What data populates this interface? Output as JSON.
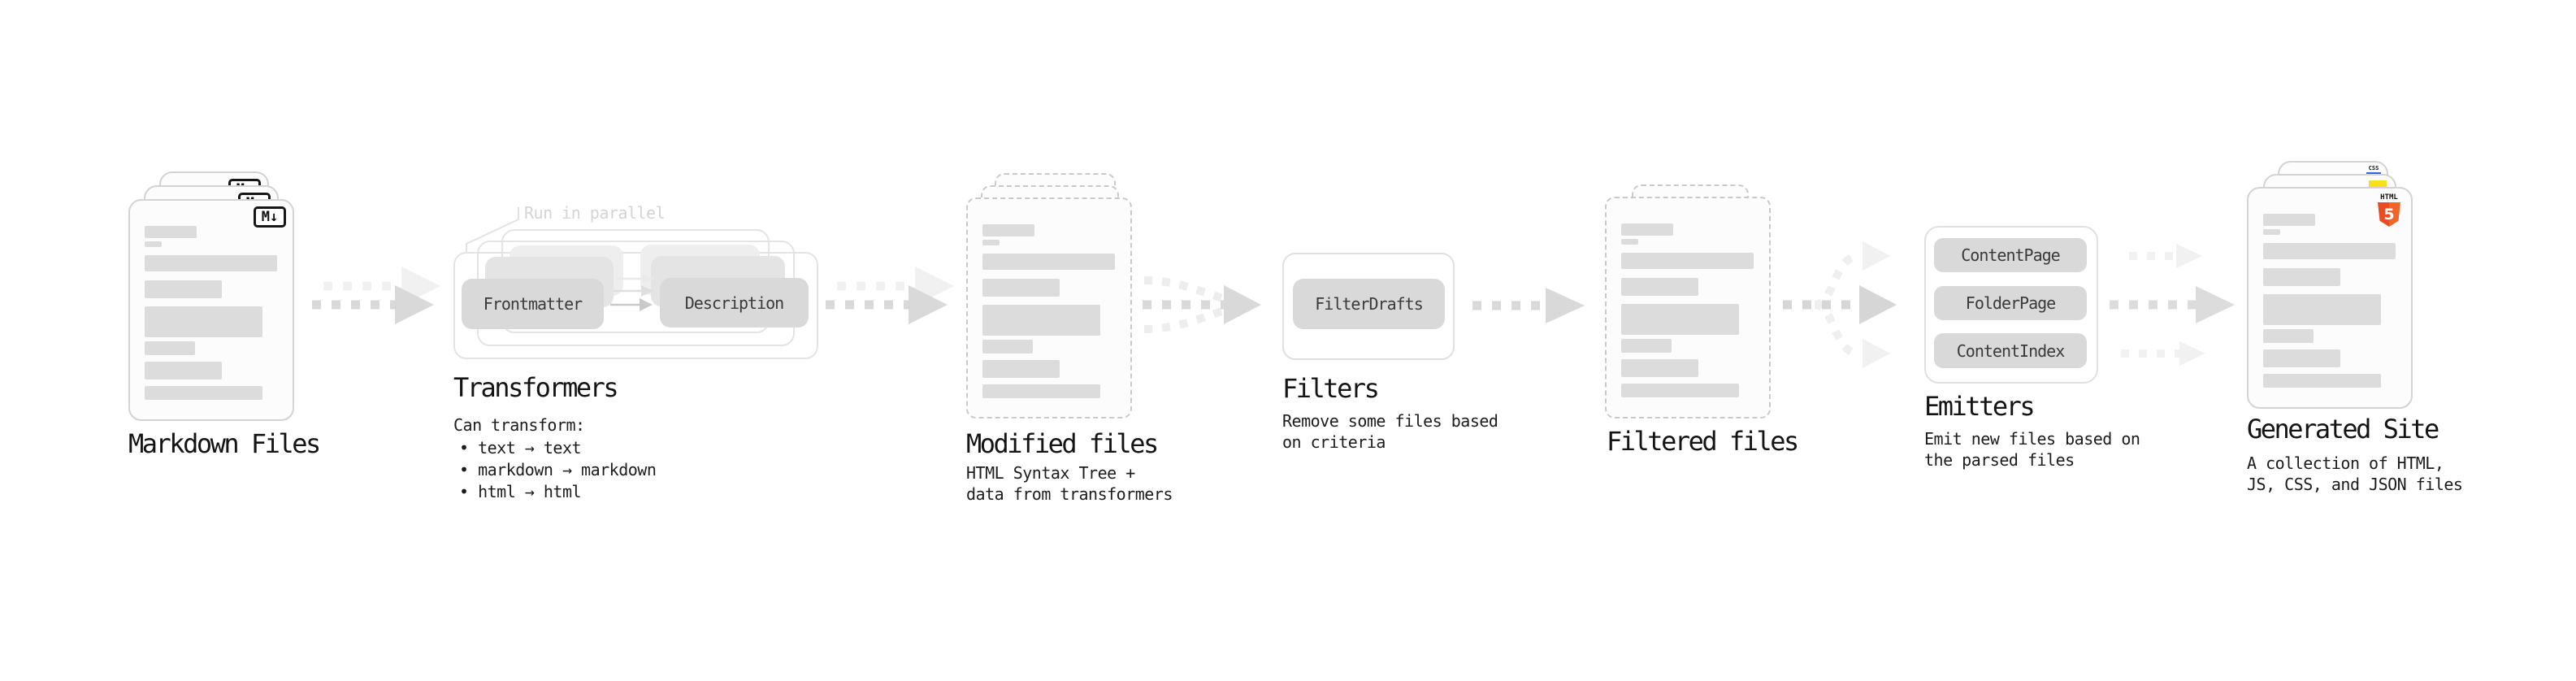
{
  "diagram": {
    "markdown_files": {
      "label": "Markdown Files",
      "badge": "M↓"
    },
    "transformers": {
      "note": "Run in parallel",
      "step_from": "Frontmatter",
      "step_to": "Description",
      "label": "Transformers",
      "desc_title": "Can transform:",
      "bullets": [
        "• text → text",
        "• markdown → markdown",
        "• html → html"
      ]
    },
    "modified_files": {
      "label": "Modified files",
      "desc": [
        "HTML Syntax Tree +",
        "data from transformers"
      ]
    },
    "filters": {
      "label": "Filters",
      "step": "FilterDrafts",
      "desc": [
        "Remove some files based",
        "on criteria"
      ]
    },
    "filtered_files": {
      "label": "Filtered files"
    },
    "emitters": {
      "label": "Emitters",
      "steps": [
        "ContentPage",
        "FolderPage",
        "ContentIndex"
      ],
      "desc": [
        "Emit new files based on",
        "the parsed files"
      ]
    },
    "generated_site": {
      "label": "Generated Site",
      "desc": [
        "A collection of HTML,",
        "JS, CSS, and JSON files"
      ],
      "html_badge_word": "HTML",
      "html_badge_number": "5",
      "css_badge": "CSS"
    },
    "colors": {
      "accent_html": "#e44d26",
      "accent_html_light": "#f16529",
      "accent_js": "#f7df1e",
      "accent_css": "#2965f1",
      "arrow": "#d9d9d9",
      "arrow_ghost": "#f1f1f1",
      "chip": "#d9d9d9",
      "placeholder_bar": "#dcdcdc"
    }
  }
}
